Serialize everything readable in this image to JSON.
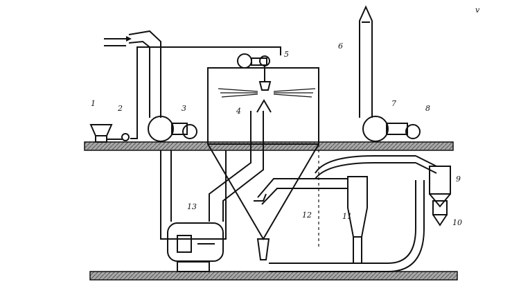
{
  "diagram": {
    "labels": [
      {
        "id": "1",
        "text": "1"
      },
      {
        "id": "2",
        "text": "2"
      },
      {
        "id": "3",
        "text": "3"
      },
      {
        "id": "4",
        "text": "4"
      },
      {
        "id": "5",
        "text": "5"
      },
      {
        "id": "6",
        "text": "6"
      },
      {
        "id": "7",
        "text": "7"
      },
      {
        "id": "8",
        "text": "8"
      },
      {
        "id": "9",
        "text": "9"
      },
      {
        "id": "10",
        "text": "10"
      },
      {
        "id": "11",
        "text": "11"
      },
      {
        "id": "12",
        "text": "12"
      },
      {
        "id": "13",
        "text": "13"
      }
    ],
    "corner_mark": "v"
  },
  "colors": {
    "ink": "#111111",
    "floor_fill": "#9a9a9a",
    "background": "#ffffff"
  }
}
